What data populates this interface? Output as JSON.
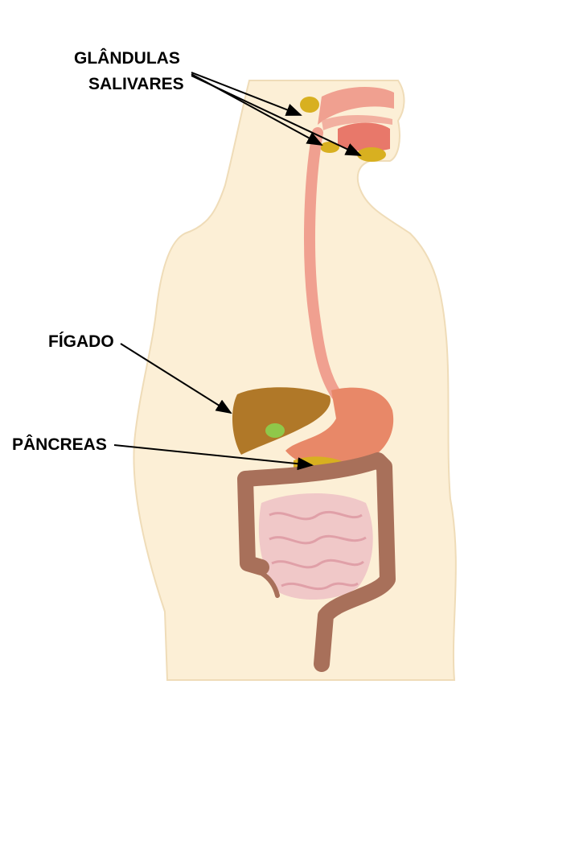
{
  "labels": {
    "salivary_line1": "GLÂNDULAS",
    "salivary_line2": "SALIVARES",
    "liver": "FÍGADO",
    "pancreas": "PÂNCREAS"
  },
  "colors": {
    "skin": "#fcefd6",
    "skin_outline": "#efdcb8",
    "esophagus": "#f0a090",
    "stomach": "#e88868",
    "liver": "#b07828",
    "gallbladder": "#8fc84a",
    "pancreas": "#d8b020",
    "salivary": "#d8b020",
    "large_intestine": "#a8705a",
    "small_intestine": "#f0c8c8",
    "arrow": "#000000"
  }
}
